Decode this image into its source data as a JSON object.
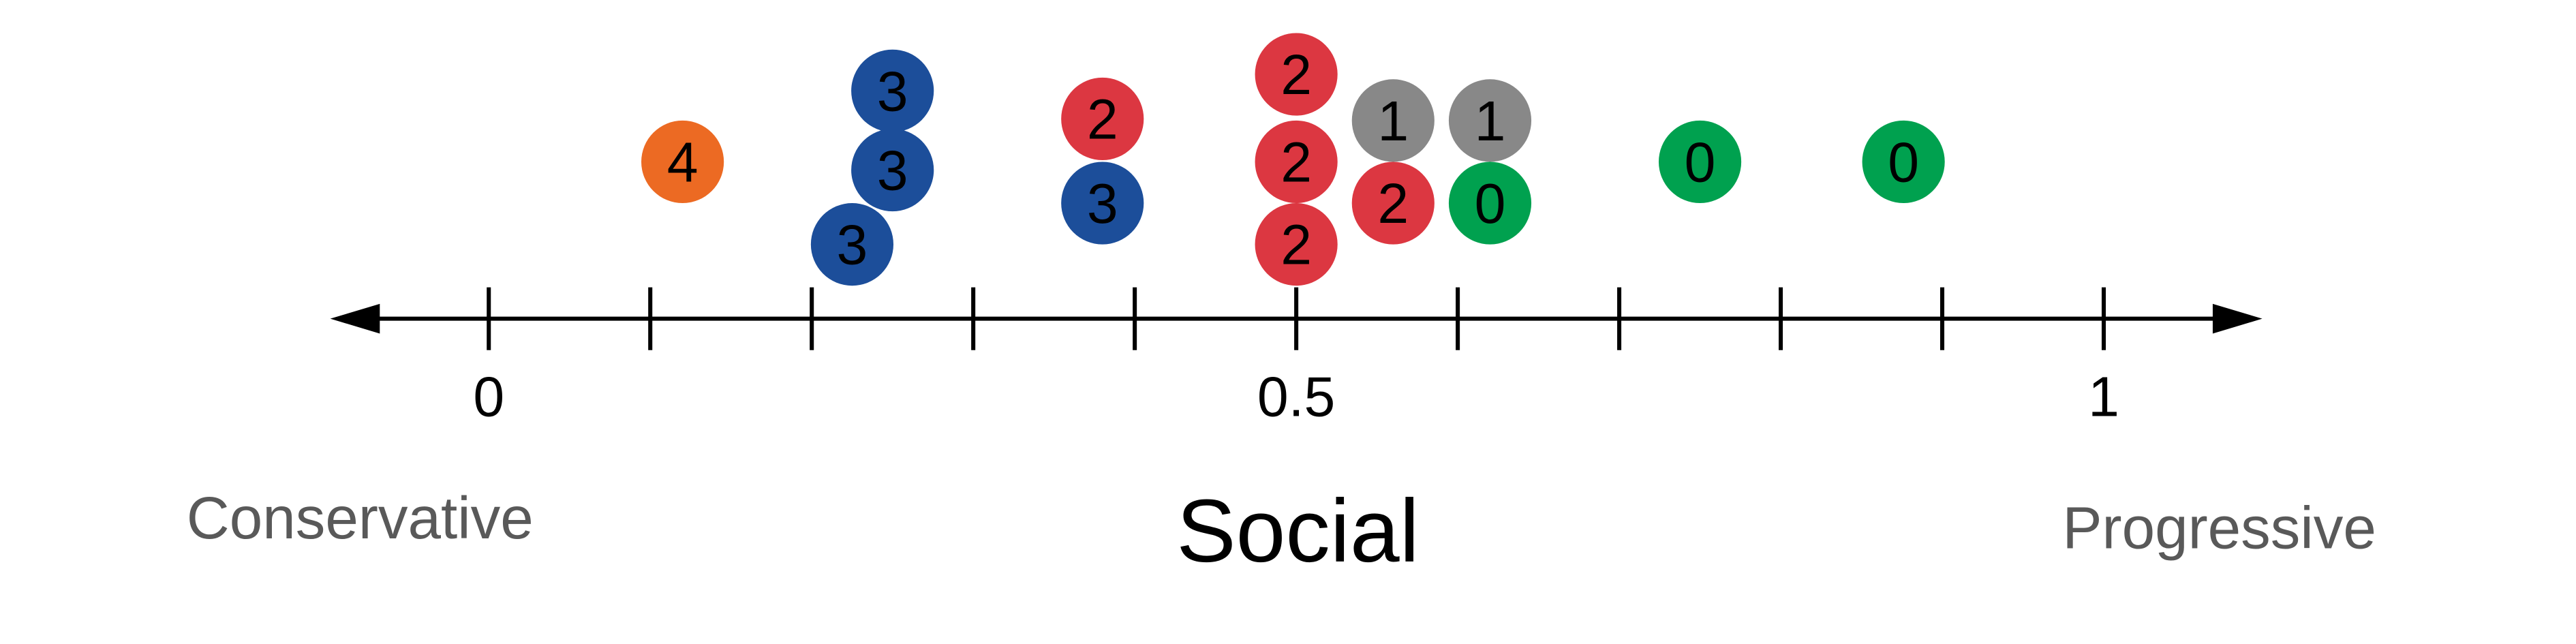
{
  "chart_data": {
    "type": "scatter",
    "title": "",
    "xlabel": "Social",
    "left_label": "Conservative",
    "right_label": "Progressive",
    "xlim": [
      0,
      1
    ],
    "tick_step": 0.1,
    "tick_labels": [
      {
        "value": 0,
        "label": "0"
      },
      {
        "value": 0.5,
        "label": "0.5"
      },
      {
        "value": 1,
        "label": "1"
      }
    ],
    "colors": {
      "4": "#EC6A23",
      "3": "#1C4E9A",
      "2": "#DC3741",
      "1": "#888888",
      "0": "#00A14F"
    },
    "points": [
      {
        "x": 0.12,
        "label": "4"
      },
      {
        "x": 0.25,
        "label": "3"
      },
      {
        "x": 0.25,
        "label": "3"
      },
      {
        "x": 0.225,
        "label": "3"
      },
      {
        "x": 0.38,
        "label": "2"
      },
      {
        "x": 0.38,
        "label": "3"
      },
      {
        "x": 0.5,
        "label": "2"
      },
      {
        "x": 0.5,
        "label": "2"
      },
      {
        "x": 0.5,
        "label": "2"
      },
      {
        "x": 0.56,
        "label": "1"
      },
      {
        "x": 0.56,
        "label": "2"
      },
      {
        "x": 0.62,
        "label": "1"
      },
      {
        "x": 0.62,
        "label": "0"
      },
      {
        "x": 0.75,
        "label": "0"
      },
      {
        "x": 0.876,
        "label": "0"
      }
    ]
  }
}
